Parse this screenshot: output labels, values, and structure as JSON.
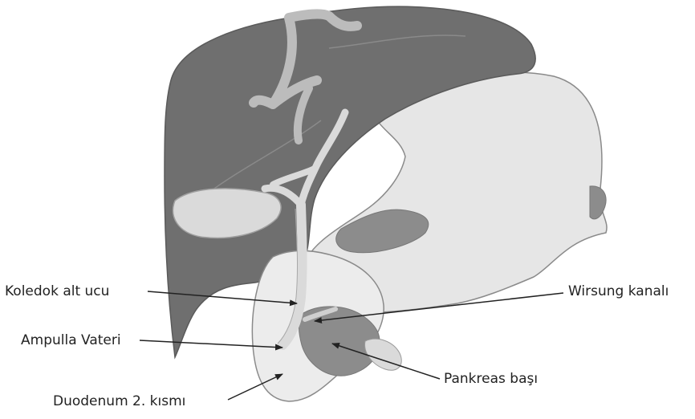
{
  "labels": {
    "koledok": "Koledok alt ucu",
    "ampulla": "Ampulla Vateri",
    "duodenum": "Duodenum 2. kısmı",
    "wirsung": "Wirsung kanalı",
    "pankreas": "Pankreas başı"
  },
  "colors": {
    "liver": "#6f6f6f",
    "liver_stroke": "#5a5a5a",
    "stomach": "#e6e6e6",
    "stomach_stroke": "#8a8a8a",
    "pancreas": "#8c8c8c",
    "duodenum": "#ececec",
    "ducts": "#dadada",
    "arrow": "#222222"
  }
}
